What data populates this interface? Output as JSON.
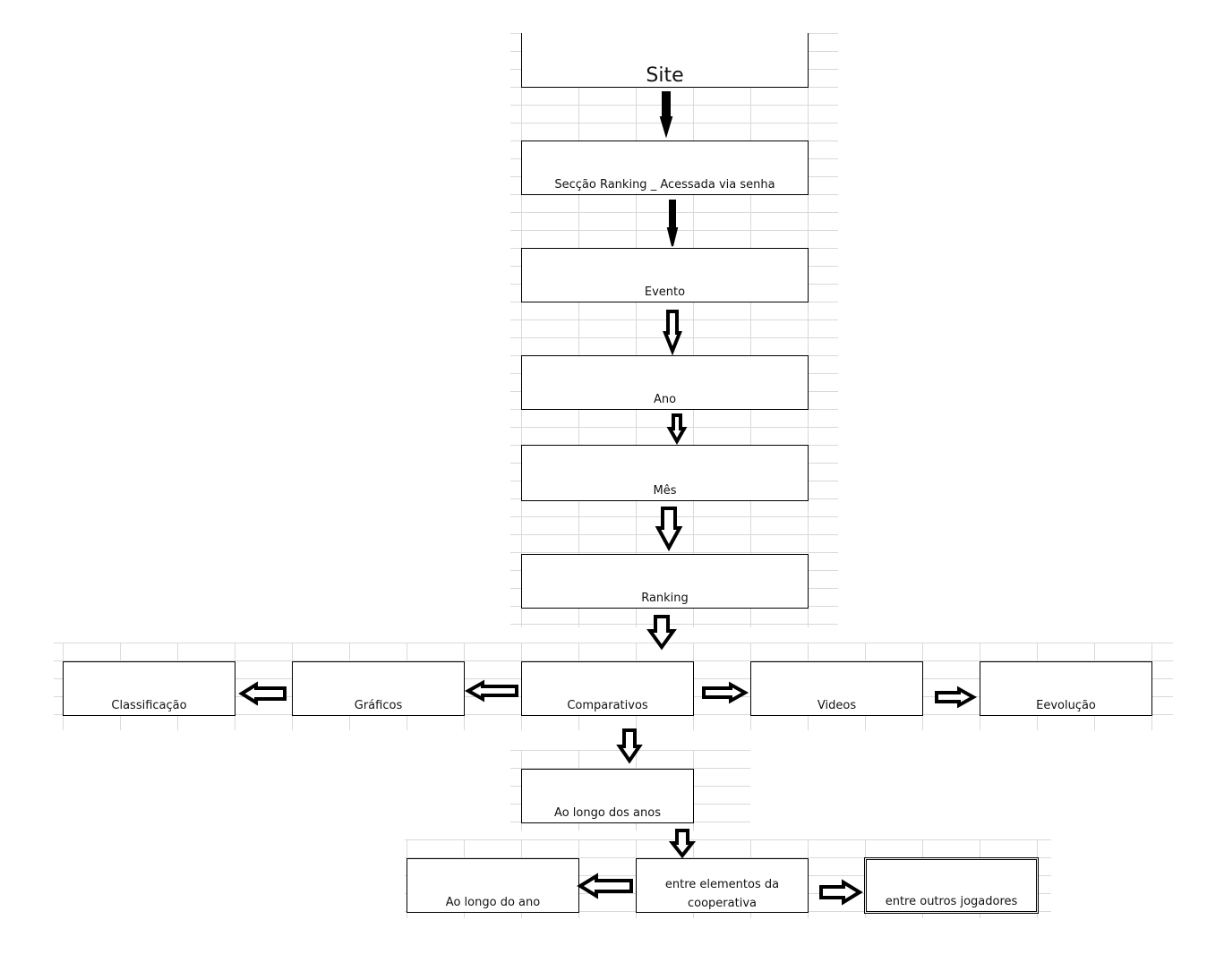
{
  "nodes": {
    "site": "Site",
    "seccao_ranking": "Secção Ranking _ Acessada via senha",
    "evento": "Evento",
    "ano": "Ano",
    "mes": "Mês",
    "ranking": "Ranking",
    "classificacao": "Classificação",
    "graficos": "Gráficos",
    "comparativos": "Comparativos",
    "videos": "Videos",
    "evolucao": "Eevolução",
    "ao_longo_dos_anos": "Ao longo dos anos",
    "ao_longo_do_ano": "Ao longo do ano",
    "entre_elementos": "entre elementos da cooperativa",
    "entre_outros": "entre outros jogadores"
  }
}
